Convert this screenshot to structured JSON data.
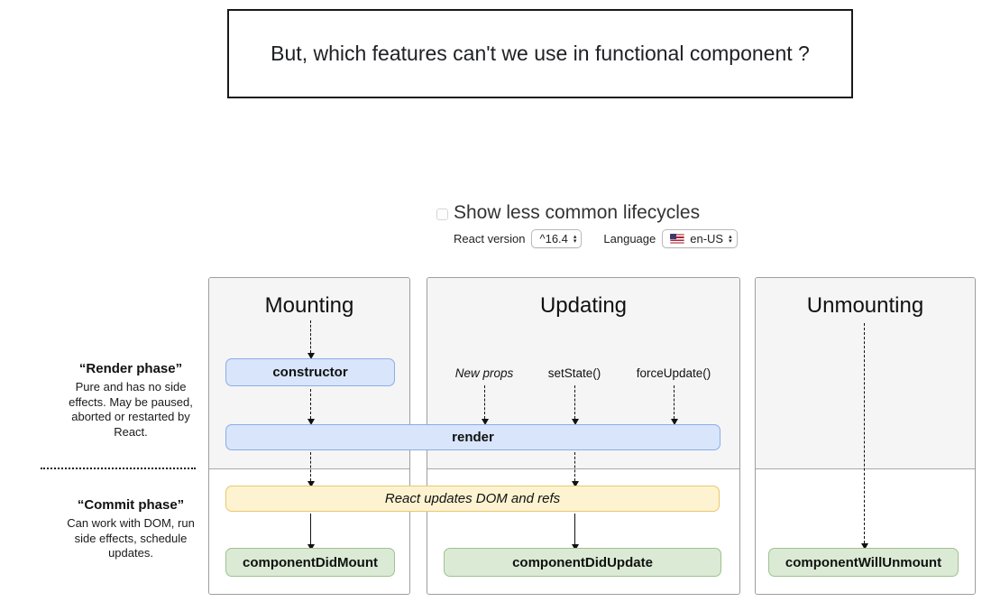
{
  "question_banner": {
    "text": "But, which features can't we use in functional component ?"
  },
  "controls": {
    "show_less_label": "Show less common lifecycles",
    "show_less_checked": false,
    "react_version_label": "React version",
    "react_version_value": "^16.4",
    "language_label": "Language",
    "language_value": "en-US",
    "language_flag": "us-flag-icon",
    "select_spinner_up": "▴",
    "select_spinner_down": "▾"
  },
  "phase_labels": {
    "render": {
      "title": "“Render phase”",
      "description": "Pure and has no side effects. May be paused, aborted or restarted by React."
    },
    "commit": {
      "title": "“Commit phase”",
      "description": "Can work with DOM, run side effects, schedule updates."
    }
  },
  "columns": {
    "mounting": {
      "title": "Mounting"
    },
    "updating": {
      "title": "Updating",
      "triggers": [
        "New props",
        "setState()",
        "forceUpdate()"
      ]
    },
    "unmounting": {
      "title": "Unmounting"
    }
  },
  "nodes": {
    "constructor": "constructor",
    "render": "render",
    "react_updates_dom": "React updates DOM and refs",
    "component_did_mount": "componentDidMount",
    "component_did_update": "componentDidUpdate",
    "component_will_unmount": "componentWillUnmount"
  },
  "colors": {
    "lifecycle_method_bg": "#d9e5fa",
    "lifecycle_method_border": "#8aadea",
    "side_effect_bg": "#fdf3d1",
    "side_effect_border": "#eac76f",
    "commit_method_bg": "#dbead5",
    "commit_method_border": "#9ec291",
    "render_phase_bg": "#f5f5f6",
    "column_border": "#9e9e9e"
  }
}
